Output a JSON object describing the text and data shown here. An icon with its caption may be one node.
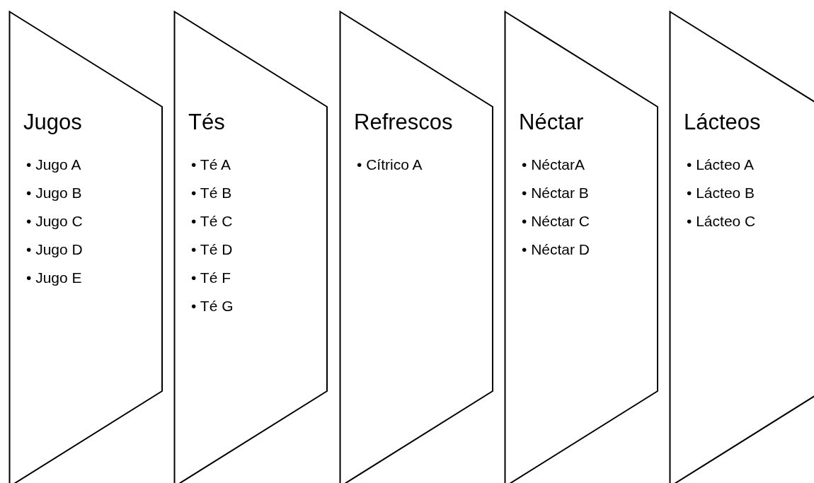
{
  "diagram": {
    "nodes": [
      {
        "text": [
          "Jugos",
          "• Jugo A",
          "• Jugo B",
          "• Jugo C",
          "• Jugo D",
          "• Jugo E"
        ]
      },
      {
        "text": [
          "Tés",
          "• Té A",
          "• Té B",
          "• Té C",
          "• Té D",
          "• Té F",
          "• Té G"
        ]
      },
      {
        "text": [
          "Refrescos",
          "• Cítrico A"
        ]
      },
      {
        "text": [
          "Néctar",
          "• NéctarA",
          "• Néctar B",
          "• Néctar C",
          "• Néctar D"
        ]
      },
      {
        "text": [
          "Lácteos",
          "• Lácteo A",
          "• Lácteo B",
          "• Lácteo C"
        ]
      }
    ]
  }
}
